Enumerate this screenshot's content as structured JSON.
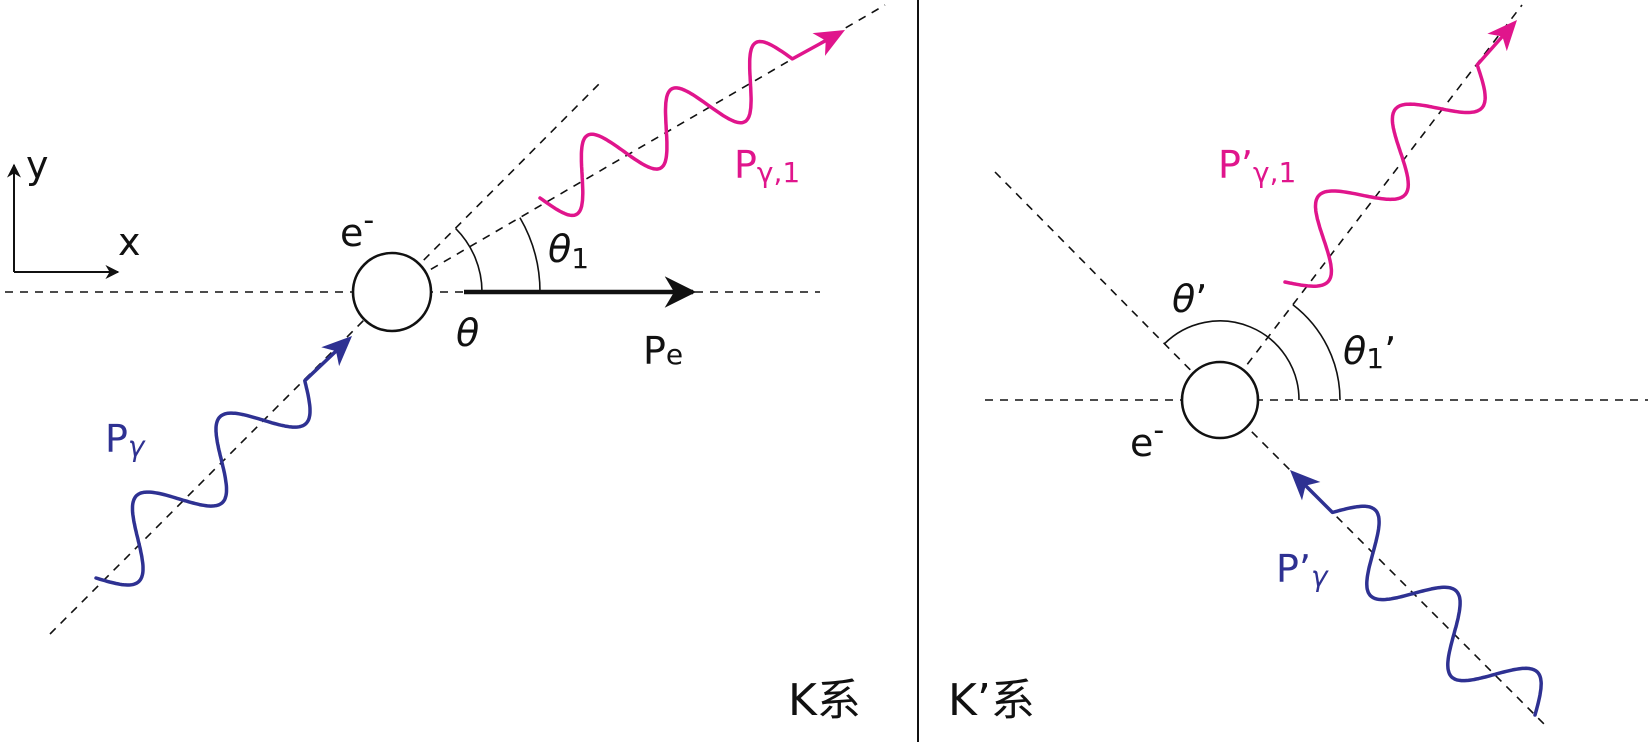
{
  "colors": {
    "ink": "#111111",
    "outgoing_photon": "#e0158c",
    "incoming_photon": "#2e3192"
  },
  "axes": {
    "x_label": "x",
    "y_label": "y"
  },
  "frame_k": {
    "name": "K系",
    "electron": {
      "base": "e",
      "sup": "-"
    },
    "angle_theta": "θ",
    "angle_theta1": {
      "base": "θ",
      "sub": "1"
    },
    "electron_momentum": {
      "base": "P",
      "sub": "e"
    },
    "incoming_photon": {
      "base": "P",
      "sub": "γ"
    },
    "outgoing_photon": {
      "base": "P",
      "sub": "γ,1"
    }
  },
  "frame_k_prime": {
    "name": "K’系",
    "electron": {
      "base": "e",
      "sup": "-"
    },
    "angle_theta_prime": {
      "base": "θ",
      "prime": "’"
    },
    "angle_theta1_prime": {
      "base": "θ",
      "sub": "1",
      "prime": "’"
    },
    "incoming_photon": {
      "base": "P’",
      "sub": "γ"
    },
    "outgoing_photon": {
      "base": "P’",
      "sub": "γ,1"
    }
  }
}
